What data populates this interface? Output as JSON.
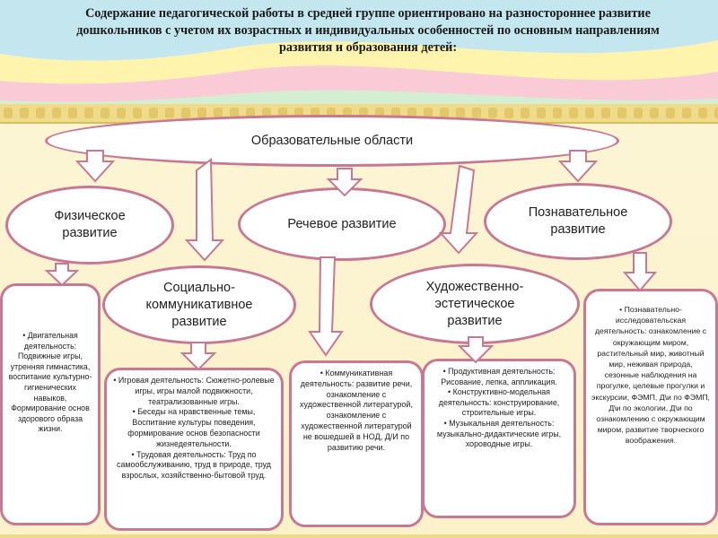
{
  "title": "Содержание педагогической работы в средней группе ориентировано на разностороннее развитие дошкольников с учетом их возрастных и индивидуальных особенностей по основным направлениям развития и образования детей:",
  "top_node": {
    "label": "Образовательные области"
  },
  "areas": {
    "physical": {
      "label": "Физическое развитие"
    },
    "speech": {
      "label": "Речевое развитие"
    },
    "cognitive": {
      "label": "Познавательное развитие"
    },
    "social": {
      "label": "Социально-коммуникативное развитие"
    },
    "artistic": {
      "label": "Художественно-эстетическое развитие"
    }
  },
  "boxes": {
    "physical": {
      "text": "• Двигательная деятельность: Подвижные игры, утренняя гимнастика, воспитание культурно-гигиенических навыков, Формирование основ здорового образа жизни."
    },
    "social": {
      "items": [
        "Игровая деятельность: Сюжетно-ролевые игры, игры малой подвижности, театрализованные игры.",
        "Беседы на нравственные темы, Воспитание культуры поведения, формирование основ безопасности жизнедеятельности.",
        "Трудовая деятельность: Труд по самообслуживанию, труд в природе, труд взрослых, хозяйственно-бытовой труд."
      ]
    },
    "speech": {
      "items": [
        "Коммуникативная деятельность: развитие речи, ознакомление с художественной литературой, ознакомление с художественной литературой не вошедшей в НОД, Д/И по развитию речи."
      ]
    },
    "artistic": {
      "items": [
        "Продуктивная деятельность: Рисование, лепка, аппликация.",
        "Конструктивно-модельная деятельность: конструирование, строительные игры.",
        "Музыкальная деятельность: музыкально-дидактические игры, хороводные игры."
      ]
    },
    "cognitive": {
      "items": [
        "Познавательно-исследовательская деятельность: ознакомление с окружающим миром, растительный мир, животный мир, неживая природа, сезонные наблюдения на прогулке, целевые прогулки и экскурсии, ФЭМП, Д\\и по ФЭМП, Д\\и по экологии, Д\\и по ознакомлению с окружающим миром, развитие творческого воображения."
      ]
    }
  },
  "colors": {
    "oval_border": "#c77892",
    "arrow_fill": "#ffffff",
    "arrow_stroke": "#c77892",
    "stripe_blue": "#b9e3f3",
    "stripe_yellow": "#fff4a8",
    "stripe_pink": "#f7c6d6",
    "page": "#fbf7dc"
  }
}
